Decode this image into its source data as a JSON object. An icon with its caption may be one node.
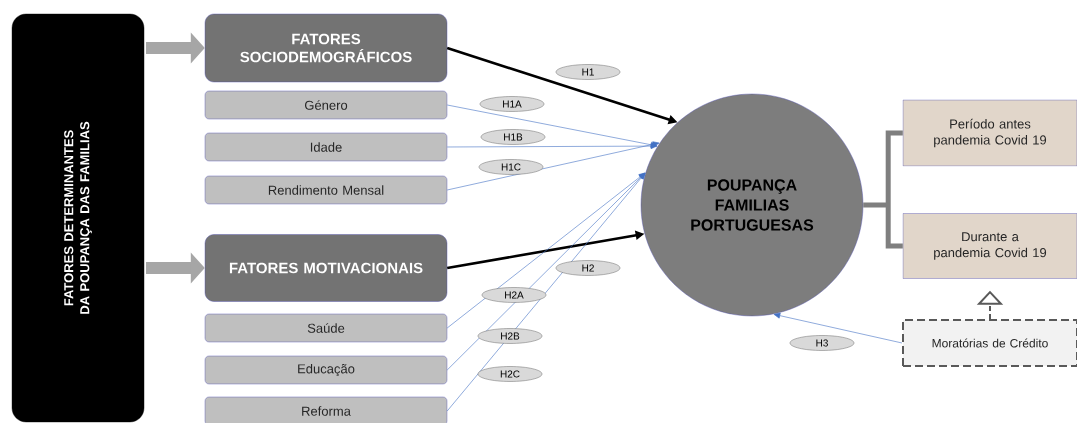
{
  "diagram": {
    "nodes": [
      {
        "text": [
          "FATORES DETERMINANTES DA POUPANÇA DAS FAMILIAS"
        ]
      },
      {
        "text": [
          "FATORES SOCIODEMOGRÁFICOS"
        ]
      },
      {
        "text": [
          "Género"
        ]
      },
      {
        "text": [
          "Idade"
        ]
      },
      {
        "text": [
          "Rendimento Mensal"
        ]
      },
      {
        "text": [
          "FATORES MOTIVACIONAIS"
        ]
      },
      {
        "text": [
          "Saúde"
        ]
      },
      {
        "text": [
          "Educação"
        ]
      },
      {
        "text": [
          "Reforma"
        ]
      },
      {
        "text": [
          "POUPANÇA FAMILIAS PORTUGUESAS"
        ]
      },
      {
        "text": [
          "Período antes pandemia Covid 19"
        ]
      },
      {
        "text": [
          "Durante a pandemia Covid 19"
        ]
      },
      {
        "text": [
          "Moratórias de Crédito"
        ]
      }
    ],
    "edges": [
      {
        "from": 0,
        "to": 1,
        "arrow": "to",
        "style": "thick",
        "color": "#a6a6a6"
      },
      {
        "from": 0,
        "to": 5,
        "arrow": "to",
        "style": "thick",
        "color": "#a6a6a6"
      },
      {
        "from": 1,
        "to": 9,
        "arrow": "to",
        "label": "H1",
        "style": "thick",
        "color": "#000000"
      },
      {
        "from": 2,
        "to": 9,
        "arrow": "to",
        "label": "H1A"
      },
      {
        "from": 3,
        "to": 9,
        "arrow": "to",
        "label": "H1B"
      },
      {
        "from": 4,
        "to": 9,
        "arrow": "to",
        "label": "H1C"
      },
      {
        "from": 5,
        "to": 9,
        "arrow": "to",
        "label": "H2",
        "style": "thick",
        "color": "#000000"
      },
      {
        "from": 6,
        "to": 9,
        "arrow": "to",
        "label": "H2A"
      },
      {
        "from": 7,
        "to": 9,
        "arrow": "to",
        "label": "H2B"
      },
      {
        "from": 8,
        "to": 9,
        "arrow": "to",
        "label": "H2C"
      },
      {
        "from": 12,
        "to": 9,
        "arrow": "to",
        "label": "H3"
      },
      {
        "from": 9,
        "to": 10,
        "arrow": "none",
        "style": "thick",
        "color": "#7f7f7f"
      },
      {
        "from": 9,
        "to": 11,
        "arrow": "none",
        "style": "thick",
        "color": "#7f7f7f"
      },
      {
        "from": 12,
        "to": 11,
        "arrow": "to",
        "style": "dashed",
        "color": "#595959"
      }
    ]
  }
}
